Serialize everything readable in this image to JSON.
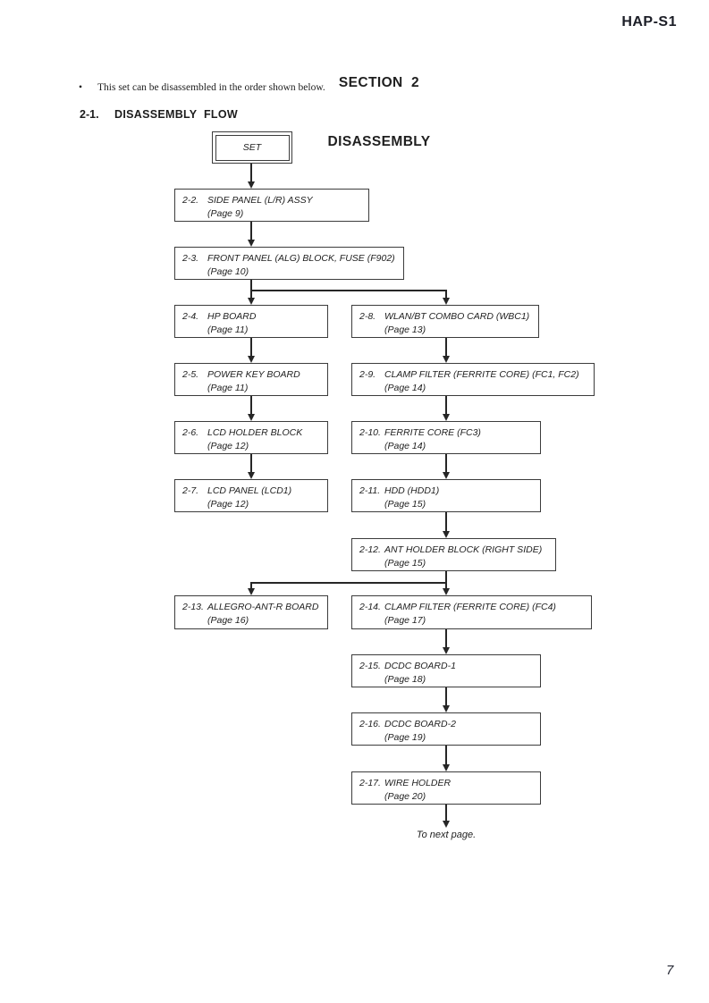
{
  "page": {
    "model": "HAP-S1",
    "section_line1": "SECTION  2",
    "section_line2": "DISASSEMBLY",
    "bullet_glyph": "•",
    "bullet_note": "This set can be disassembled in the order shown below.",
    "heading_num": "2-1.",
    "heading_title": "DISASSEMBLY FLOW",
    "page_number": "7"
  },
  "flow": {
    "start_label": "SET",
    "to_next": "To next page.",
    "boxes": [
      {
        "num": "2-2.",
        "title": "SIDE PANEL (L/R) ASSY",
        "page": "(Page 9)"
      },
      {
        "num": "2-3.",
        "title": "FRONT PANEL (ALG) BLOCK, FUSE (F902)",
        "page": "(Page 10)"
      },
      {
        "num": "2-4.",
        "title": "HP BOARD",
        "page": "(Page 11)"
      },
      {
        "num": "2-5.",
        "title": "POWER KEY BOARD",
        "page": "(Page 11)"
      },
      {
        "num": "2-6.",
        "title": "LCD HOLDER BLOCK",
        "page": "(Page 12)"
      },
      {
        "num": "2-7.",
        "title": "LCD PANEL (LCD1)",
        "page": "(Page 12)"
      },
      {
        "num": "2-8.",
        "title": "WLAN/BT COMBO CARD (WBC1)",
        "page": "(Page 13)"
      },
      {
        "num": "2-9.",
        "title": "CLAMP FILTER (FERRITE CORE) (FC1, FC2)",
        "page": "(Page 14)"
      },
      {
        "num": "2-10.",
        "title": "FERRITE CORE (FC3)",
        "page": "(Page 14)"
      },
      {
        "num": "2-11.",
        "title": "HDD (HDD1)",
        "page": "(Page 15)"
      },
      {
        "num": "2-12.",
        "title": "ANT HOLDER BLOCK (RIGHT SIDE)",
        "page": "(Page 15)"
      },
      {
        "num": "2-13.",
        "title": "ALLEGRO-ANT-R BOARD",
        "page": "(Page 16)"
      },
      {
        "num": "2-14.",
        "title": "CLAMP FILTER (FERRITE CORE) (FC4)",
        "page": "(Page 17)"
      },
      {
        "num": "2-15.",
        "title": "DCDC BOARD-1",
        "page": "(Page 18)"
      },
      {
        "num": "2-16.",
        "title": "DCDC BOARD-2",
        "page": "(Page 19)"
      },
      {
        "num": "2-17.",
        "title": "WIRE HOLDER",
        "page": "(Page 20)"
      }
    ]
  }
}
